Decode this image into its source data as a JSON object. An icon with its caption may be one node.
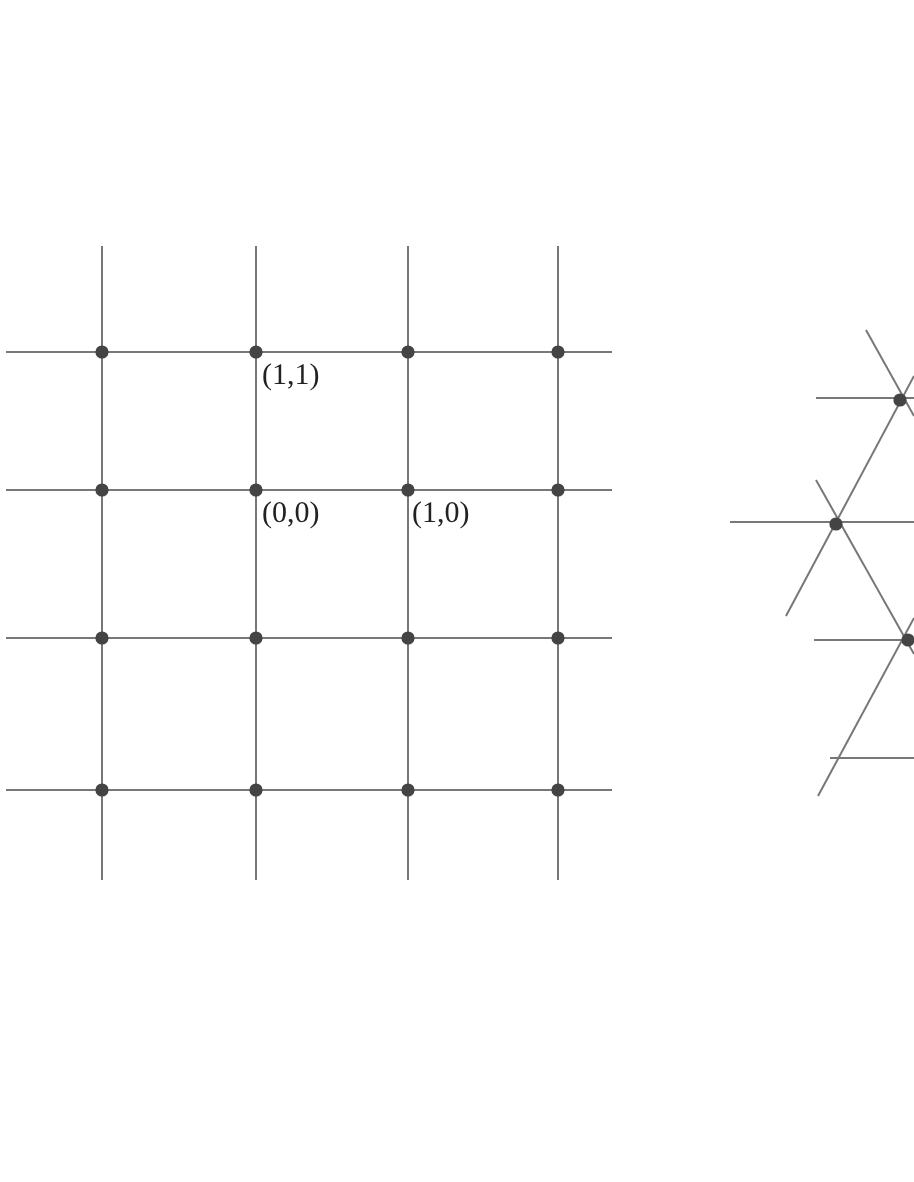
{
  "diagram": {
    "labels": [
      "(1,1)",
      "(0,0)",
      "(1,0)"
    ]
  }
}
